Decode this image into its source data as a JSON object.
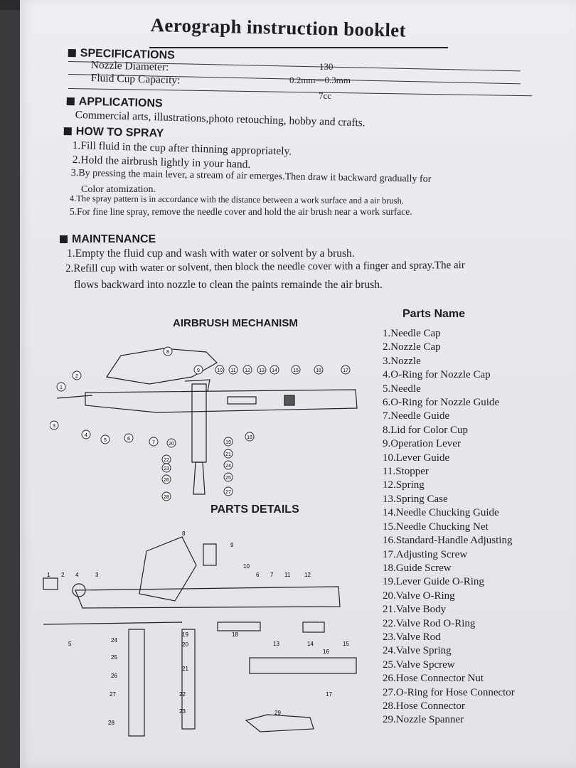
{
  "title": "Aerograph instruction booklet",
  "specifications": {
    "heading": "SPECIFICATIONS",
    "nozzle_label": "Nozzle Diameter:",
    "fluid_label": "Fluid Cup Capacity:",
    "value_130": "130",
    "nozzle_value": "0.2mm—0.3mm",
    "fluid_value": "7cc"
  },
  "applications": {
    "heading": "APPLICATIONS",
    "text": "Commercial arts, illustrations,photo retouching, hobby and crafts."
  },
  "how_to_spray": {
    "heading": "HOW TO SPRAY",
    "steps": [
      "1.Fill fluid in the cup after thinning appropriately.",
      "2.Hold the airbrush lightly in your hand.",
      "3.By pressing the main lever, a stream of air emerges.Then draw it backward gradually for",
      "Color atomization.",
      "4.The spray pattern is in accordance with the distance between a work surface and a air brush.",
      "5.For fine line spray, remove the needle cover and hold the air brush near a work surface."
    ]
  },
  "maintenance": {
    "heading": "MAINTENANCE",
    "steps": [
      "1.Empty the fluid cup and wash with water or solvent by a brush.",
      "2.Refill cup with water or solvent, then block the needle cover with a finger and spray.The air",
      "flows backward into nozzle to clean the paints remainde the air brush."
    ]
  },
  "mechanism_title": "AIRBRUSH MECHANISM",
  "details_title": "PARTS DETAILS",
  "parts_title": "Parts Name",
  "parts": [
    "1.Needle Cap",
    "2.Nozzle Cap",
    "3.Nozzle",
    "4.O-Ring for Nozzle Cap",
    "5.Needle",
    "6.O-Ring for Nozzle Guide",
    "7.Needle Guide",
    "8.Lid for Color Cup",
    "9.Operation Lever",
    "10.Lever Guide",
    "11.Stopper",
    "12.Spring",
    "13.Spring Case",
    "14.Needle Chucking Guide",
    "15.Needle Chucking Net",
    "16.Standard-Handle Adjusting",
    "17.Adjusting Screw",
    "18.Guide Screw",
    "19.Lever Guide O-Ring",
    "20.Valve O-Ring",
    "21.Valve Body",
    "22.Valve Rod O-Ring",
    "23.Valve Rod",
    "24.Valve Spring",
    "25.Valve Spcrew",
    "26.Hose Connector Nut",
    "27.O-Ring for Hose Connector",
    "28.Hose Connector",
    "29.Nozzle Spanner"
  ],
  "mech_callouts": [
    "1",
    "2",
    "3",
    "4",
    "5",
    "6",
    "7",
    "8",
    "9",
    "10",
    "11",
    "12",
    "13",
    "14",
    "15",
    "16",
    "17",
    "18",
    "19",
    "20",
    "21",
    "22",
    "23",
    "24",
    "25",
    "26",
    "27",
    "28"
  ],
  "detail_labels": {
    "top_row": [
      "1",
      "2",
      "4",
      "3"
    ],
    "n5": "5",
    "n8": "8",
    "n9": "9",
    "n10": "10",
    "mid_row": [
      "6",
      "7",
      "11",
      "12"
    ],
    "n13": "13",
    "n14": "14",
    "n15": "15",
    "n16": "16",
    "n17": "17",
    "n18": "18",
    "n19": "19",
    "n20": "20",
    "n21": "21",
    "n22": "22",
    "n23": "23",
    "n24": "24",
    "n25": "25",
    "n26": "26",
    "n27": "27",
    "n28": "28",
    "n29": "29"
  }
}
